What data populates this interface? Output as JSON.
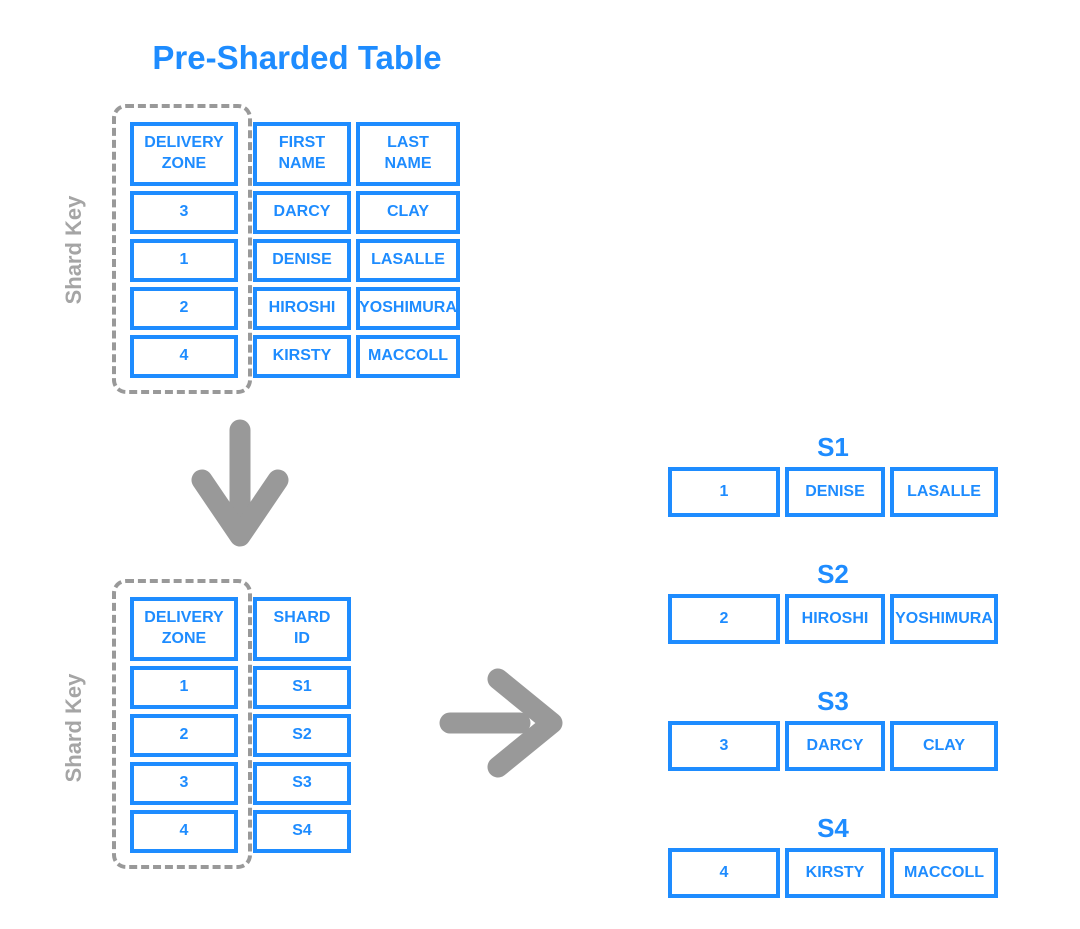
{
  "title": "Pre-Sharded Table",
  "labels": {
    "shard_key_top": "Shard Key",
    "shard_key_bottom": "Shard Key"
  },
  "colors": {
    "table_blue": "#1e8cff",
    "arrow_gray": "#999999",
    "label_gray": "#a5a5a5"
  },
  "pre_sharded_table": {
    "headers": [
      "DELIVERY\nZONE",
      "FIRST\nNAME",
      "LAST\nNAME"
    ],
    "rows": [
      [
        "3",
        "DARCY",
        "CLAY"
      ],
      [
        "1",
        "DENISE",
        "LASALLE"
      ],
      [
        "2",
        "HIROSHI",
        "YOSHIMURA"
      ],
      [
        "4",
        "KIRSTY",
        "MACCOLL"
      ]
    ]
  },
  "lookup_table": {
    "headers": [
      "DELIVERY\nZONE",
      "SHARD\nID"
    ],
    "rows": [
      [
        "1",
        "S1"
      ],
      [
        "2",
        "S2"
      ],
      [
        "3",
        "S3"
      ],
      [
        "4",
        "S4"
      ]
    ]
  },
  "shards": [
    {
      "label": "S1",
      "row": [
        "1",
        "DENISE",
        "LASALLE"
      ]
    },
    {
      "label": "S2",
      "row": [
        "2",
        "HIROSHI",
        "YOSHIMURA"
      ]
    },
    {
      "label": "S3",
      "row": [
        "3",
        "DARCY",
        "CLAY"
      ]
    },
    {
      "label": "S4",
      "row": [
        "4",
        "KIRSTY",
        "MACCOLL"
      ]
    }
  ]
}
